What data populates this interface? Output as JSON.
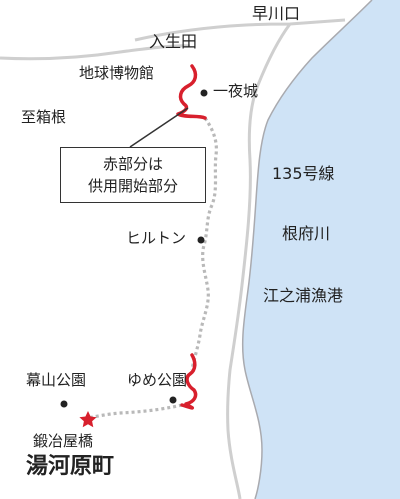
{
  "map": {
    "colors": {
      "sea": "#cfe3f6",
      "shore": "#a9aaaf",
      "road": "#cfcfcf",
      "dotted_route": "#b9b9b9",
      "shared_section": "#d8202d",
      "star": "#d8202d",
      "text": "#222222"
    },
    "places": {
      "hayakawaguchi": "早川口",
      "nyuuda": "入生田",
      "chikyuu_hakubutsukan": "地球博物館",
      "ichiya_jou": "一夜城",
      "itahakone": "至箱根",
      "route135": "135号線",
      "hilton": "ヒルトン",
      "nebukawa": "根府川",
      "enoura_gyokou": "江之浦漁港",
      "makuyama_kouen": "幕山公園",
      "yume_kouen": "ゆめ公園",
      "kajiya_bashi": "鍛冶屋橋",
      "yugawara_machi": "湯河原町"
    },
    "callout": {
      "line1": "赤部分は",
      "line2": "供用開始部分"
    },
    "icons": {
      "poi_marker": "dot-icon",
      "start_marker": "star-icon"
    }
  }
}
